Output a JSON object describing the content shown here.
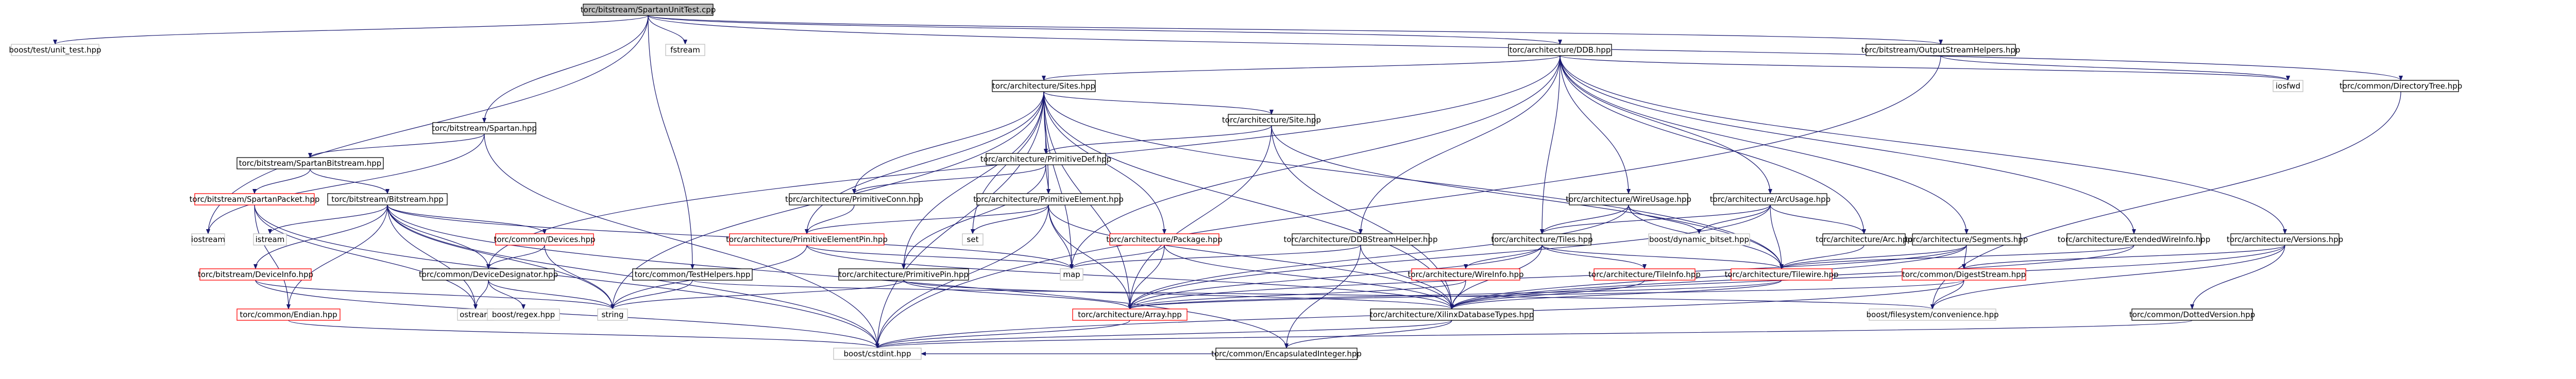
{
  "colors": {
    "edge": "#191970",
    "node_border": "#000000",
    "node_text": "#000000",
    "node_text_red": "#ff0000",
    "root_fill": "#bfbfbf",
    "node_fill": "#ffffff",
    "border_red": "#ff0000",
    "border_gray": "#bfbfbf"
  },
  "nodes": [
    {
      "id": "spartan_unit",
      "label": "torc/bitstream/SpartanUnitTest.cpp",
      "style": "root"
    },
    {
      "id": "unit_test",
      "label": "boost/test/unit_test.hpp",
      "style": "gray"
    },
    {
      "id": "fstream",
      "label": "fstream",
      "style": "gray"
    },
    {
      "id": "iostream",
      "label": "iostream",
      "style": "gray"
    },
    {
      "id": "spartan",
      "label": "torc/bitstream/Spartan.hpp",
      "style": "normal"
    },
    {
      "id": "ddb",
      "label": "torc/architecture/DDB.hpp",
      "style": "normal"
    },
    {
      "id": "osh",
      "label": "torc/bitstream/OutputStreamHelpers.hpp",
      "style": "normal"
    },
    {
      "id": "dirtree",
      "label": "torc/common/DirectoryTree.hpp",
      "style": "normal"
    },
    {
      "id": "iosfwd",
      "label": "iosfwd",
      "style": "gray"
    },
    {
      "id": "sites",
      "label": "torc/architecture/Sites.hpp",
      "style": "normal"
    },
    {
      "id": "site",
      "label": "torc/architecture/Site.hpp",
      "style": "normal"
    },
    {
      "id": "primdef",
      "label": "torc/architecture/PrimitiveDef.hpp",
      "style": "normal"
    },
    {
      "id": "primelem",
      "label": "torc/architecture/PrimitiveElement.hpp",
      "style": "normal"
    },
    {
      "id": "primconn",
      "label": "torc/architecture/PrimitiveConn.hpp",
      "style": "normal"
    },
    {
      "id": "primelempin",
      "label": "torc/architecture/PrimitiveElementPin.hpp",
      "style": "red"
    },
    {
      "id": "primpin",
      "label": "torc/architecture/PrimitivePin.hpp",
      "style": "normal"
    },
    {
      "id": "package",
      "label": "torc/architecture/Package.hpp",
      "style": "red"
    },
    {
      "id": "ddbsh",
      "label": "torc/architecture/DDBStreamHelper.hpp",
      "style": "normal"
    },
    {
      "id": "wireusage",
      "label": "torc/architecture/WireUsage.hpp",
      "style": "normal"
    },
    {
      "id": "arcusage",
      "label": "torc/architecture/ArcUsage.hpp",
      "style": "normal"
    },
    {
      "id": "segments",
      "label": "torc/architecture/Segments.hpp",
      "style": "normal"
    },
    {
      "id": "extwire",
      "label": "torc/architecture/ExtendedWireInfo.hpp",
      "style": "normal"
    },
    {
      "id": "versions",
      "label": "torc/architecture/Versions.hpp",
      "style": "normal"
    },
    {
      "id": "tiles",
      "label": "torc/architecture/Tiles.hpp",
      "style": "normal"
    },
    {
      "id": "arc",
      "label": "torc/architecture/Arc.hpp",
      "style": "normal"
    },
    {
      "id": "tilewire",
      "label": "torc/architecture/Tilewire.hpp",
      "style": "red"
    },
    {
      "id": "wireinfo",
      "label": "torc/architecture/WireInfo.hpp",
      "style": "red"
    },
    {
      "id": "tileinfo",
      "label": "torc/architecture/TileInfo.hpp",
      "style": "red"
    },
    {
      "id": "digest",
      "label": "torc/common/DigestStream.hpp",
      "style": "red"
    },
    {
      "id": "array",
      "label": "torc/architecture/Array.hpp",
      "style": "red"
    },
    {
      "id": "xdltypes",
      "label": "torc/architecture/XilinxDatabaseTypes.hpp",
      "style": "normal"
    },
    {
      "id": "fsconv",
      "label": "boost/filesystem/convenience.hpp",
      "style": "gray"
    },
    {
      "id": "dotted",
      "label": "torc/common/DottedVersion.hpp",
      "style": "normal"
    },
    {
      "id": "encint",
      "label": "torc/common/EncapsulatedInteger.hpp",
      "style": "normal"
    },
    {
      "id": "cstdint",
      "label": "boost/cstdint.hpp",
      "style": "gray"
    },
    {
      "id": "map",
      "label": "map",
      "style": "gray"
    },
    {
      "id": "set",
      "label": "set",
      "style": "gray"
    },
    {
      "id": "string",
      "label": "string",
      "style": "gray"
    },
    {
      "id": "ostream",
      "label": "ostream",
      "style": "gray"
    },
    {
      "id": "istream",
      "label": "istream",
      "style": "gray"
    },
    {
      "id": "dynbitset",
      "label": "boost/dynamic_bitset.hpp",
      "style": "gray"
    },
    {
      "id": "regex",
      "label": "boost/regex.hpp",
      "style": "gray"
    },
    {
      "id": "spbit",
      "label": "torc/bitstream/SpartanBitstream.hpp",
      "style": "normal"
    },
    {
      "id": "sppacket",
      "label": "torc/bitstream/SpartanPacket.hpp",
      "style": "red"
    },
    {
      "id": "bitstream",
      "label": "torc/bitstream/Bitstream.hpp",
      "style": "normal"
    },
    {
      "id": "devinfo",
      "label": "torc/bitstream/DeviceInfo.hpp",
      "style": "red"
    },
    {
      "id": "endian",
      "label": "torc/common/Endian.hpp",
      "style": "red"
    },
    {
      "id": "devices",
      "label": "torc/common/Devices.hpp",
      "style": "red"
    },
    {
      "id": "devdes",
      "label": "torc/common/DeviceDesignator.hpp",
      "style": "normal"
    },
    {
      "id": "testhelpers",
      "label": "torc/common/TestHelpers.hpp",
      "style": "normal"
    }
  ],
  "edges": [
    [
      "spartan_unit",
      "unit_test"
    ],
    [
      "spartan_unit",
      "fstream"
    ],
    [
      "spartan_unit",
      "iostream"
    ],
    [
      "spartan_unit",
      "spartan"
    ],
    [
      "spartan_unit",
      "ddb"
    ],
    [
      "spartan_unit",
      "osh"
    ],
    [
      "spartan_unit",
      "dirtree"
    ],
    [
      "spartan_unit",
      "testhelpers"
    ],
    [
      "spartan",
      "spbit"
    ],
    [
      "spartan",
      "cstdint"
    ],
    [
      "spartan",
      "iostream"
    ],
    [
      "spbit",
      "sppacket"
    ],
    [
      "spbit",
      "bitstream"
    ],
    [
      "sppacket",
      "cstdint"
    ],
    [
      "sppacket",
      "ostream"
    ],
    [
      "sppacket",
      "endian"
    ],
    [
      "bitstream",
      "ostream"
    ],
    [
      "bitstream",
      "istream"
    ],
    [
      "bitstream",
      "map"
    ],
    [
      "bitstream",
      "string"
    ],
    [
      "bitstream",
      "devinfo"
    ],
    [
      "bitstream",
      "devices"
    ],
    [
      "bitstream",
      "devdes"
    ],
    [
      "bitstream",
      "endian"
    ],
    [
      "bitstream",
      "cstdint"
    ],
    [
      "bitstream",
      "encint"
    ],
    [
      "devinfo",
      "cstdint"
    ],
    [
      "devinfo",
      "string"
    ],
    [
      "devices",
      "devdes"
    ],
    [
      "devices",
      "string"
    ],
    [
      "devdes",
      "ostream"
    ],
    [
      "devdes",
      "string"
    ],
    [
      "devdes",
      "regex"
    ],
    [
      "testhelpers",
      "string"
    ],
    [
      "testhelpers",
      "fsconv"
    ],
    [
      "ddb",
      "sites"
    ],
    [
      "ddb",
      "tiles"
    ],
    [
      "ddb",
      "segments"
    ],
    [
      "ddb",
      "ddbsh"
    ],
    [
      "ddb",
      "wireusage"
    ],
    [
      "ddb",
      "arcusage"
    ],
    [
      "ddb",
      "extwire"
    ],
    [
      "ddb",
      "versions"
    ],
    [
      "ddb",
      "iosfwd"
    ],
    [
      "ddb",
      "devdes"
    ],
    [
      "ddb",
      "map"
    ],
    [
      "ddb",
      "arc"
    ],
    [
      "osh",
      "iosfwd"
    ],
    [
      "osh",
      "cstdint"
    ],
    [
      "dirtree",
      "fsconv"
    ],
    [
      "sites",
      "site"
    ],
    [
      "sites",
      "primdef"
    ],
    [
      "sites",
      "primelem"
    ],
    [
      "sites",
      "primconn"
    ],
    [
      "sites",
      "primelempin"
    ],
    [
      "sites",
      "primpin"
    ],
    [
      "sites",
      "package"
    ],
    [
      "sites",
      "array"
    ],
    [
      "sites",
      "xdltypes"
    ],
    [
      "sites",
      "string"
    ],
    [
      "sites",
      "set"
    ],
    [
      "sites",
      "map"
    ],
    [
      "sites",
      "cstdint"
    ],
    [
      "sites",
      "tilewire"
    ],
    [
      "site",
      "primdef"
    ],
    [
      "site",
      "tilewire"
    ],
    [
      "site",
      "xdltypes"
    ],
    [
      "site",
      "array"
    ],
    [
      "primdef",
      "primconn"
    ],
    [
      "primdef",
      "primelem"
    ],
    [
      "primdef",
      "primpin"
    ],
    [
      "primelem",
      "primelempin"
    ],
    [
      "primelem",
      "set"
    ],
    [
      "primelem",
      "map"
    ],
    [
      "primelem",
      "xdltypes"
    ],
    [
      "primelem",
      "array"
    ],
    [
      "primelem",
      "cstdint"
    ],
    [
      "primconn",
      "primelempin"
    ],
    [
      "primelempin",
      "string"
    ],
    [
      "primelempin",
      "map"
    ],
    [
      "primelempin",
      "xdltypes"
    ],
    [
      "primpin",
      "array"
    ],
    [
      "primpin",
      "xdltypes"
    ],
    [
      "primpin",
      "string"
    ],
    [
      "package",
      "array"
    ],
    [
      "package",
      "map"
    ],
    [
      "package",
      "xdltypes"
    ],
    [
      "ddbsh",
      "map"
    ],
    [
      "ddbsh",
      "xdltypes"
    ],
    [
      "ddbsh",
      "encint"
    ],
    [
      "wireusage",
      "tiles"
    ],
    [
      "wireusage",
      "tilewire"
    ],
    [
      "wireusage",
      "array"
    ],
    [
      "wireusage",
      "dynbitset"
    ],
    [
      "arcusage",
      "tiles"
    ],
    [
      "arcusage",
      "arc"
    ],
    [
      "arcusage",
      "tilewire"
    ],
    [
      "arcusage",
      "dynbitset"
    ],
    [
      "arcusage",
      "array"
    ],
    [
      "tiles",
      "tileinfo"
    ],
    [
      "tiles",
      "wireinfo"
    ],
    [
      "tiles",
      "array"
    ],
    [
      "tiles",
      "xdltypes"
    ],
    [
      "tiles",
      "tilewire"
    ],
    [
      "arc",
      "tilewire"
    ],
    [
      "tilewire",
      "xdltypes"
    ],
    [
      "tilewire",
      "array"
    ],
    [
      "wireinfo",
      "xdltypes"
    ],
    [
      "wireinfo",
      "array"
    ],
    [
      "tileinfo",
      "xdltypes"
    ],
    [
      "segments",
      "tilewire"
    ],
    [
      "segments",
      "array"
    ],
    [
      "segments",
      "xdltypes"
    ],
    [
      "segments",
      "digest"
    ],
    [
      "extwire",
      "tilewire"
    ],
    [
      "extwire",
      "xdltypes"
    ],
    [
      "versions",
      "dotted"
    ],
    [
      "versions",
      "digest"
    ],
    [
      "versions",
      "xdltypes"
    ],
    [
      "versions",
      "fsconv"
    ],
    [
      "digest",
      "fsconv"
    ],
    [
      "digest",
      "array"
    ],
    [
      "digest",
      "cstdint"
    ],
    [
      "xdltypes",
      "encint"
    ],
    [
      "xdltypes",
      "cstdint"
    ],
    [
      "array",
      "cstdint"
    ],
    [
      "dotted",
      "cstdint"
    ],
    [
      "encint",
      "cstdint"
    ],
    [
      "endian",
      "cstdint"
    ]
  ]
}
